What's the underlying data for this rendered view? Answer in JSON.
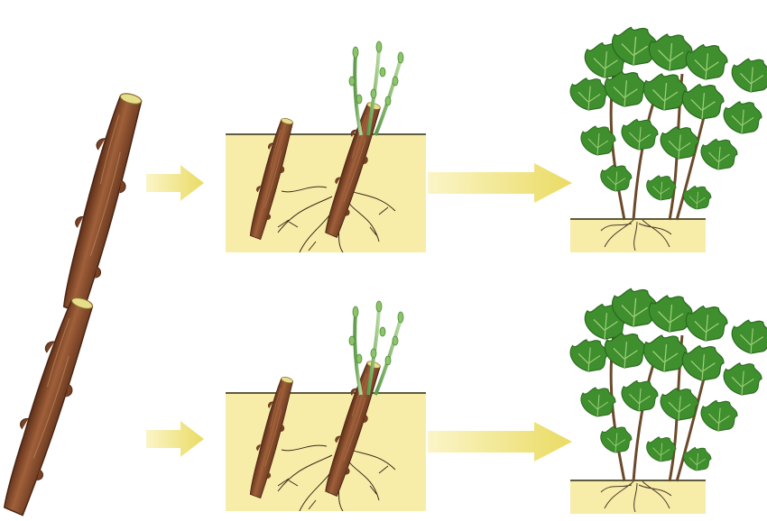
{
  "diagram": {
    "rows": [
      {
        "stages": [
          {
            "id": "cutting",
            "icon": "cutting-icon"
          },
          {
            "id": "rooting",
            "icon": "rooted-cutting-icon"
          },
          {
            "id": "grown-bush",
            "icon": "currant-bush-icon"
          }
        ]
      },
      {
        "stages": [
          {
            "id": "cutting",
            "icon": "cutting-icon"
          },
          {
            "id": "rooting",
            "icon": "rooted-cutting-icon"
          },
          {
            "id": "grown-bush",
            "icon": "currant-bush-icon"
          }
        ]
      }
    ],
    "colors": {
      "background": "#ffffff",
      "soil": "#f7eda8",
      "soil_line": "#2b2b1a",
      "arrow": "#efe27a",
      "bark": "#8a4a2a",
      "bark_dark": "#5c2e18",
      "cut_face": "#e6df8a",
      "shoot": "#7fb06a",
      "leaf": "#3f8f2e",
      "leaf_light": "#8cc46a",
      "root": "#4a3a2a"
    }
  }
}
